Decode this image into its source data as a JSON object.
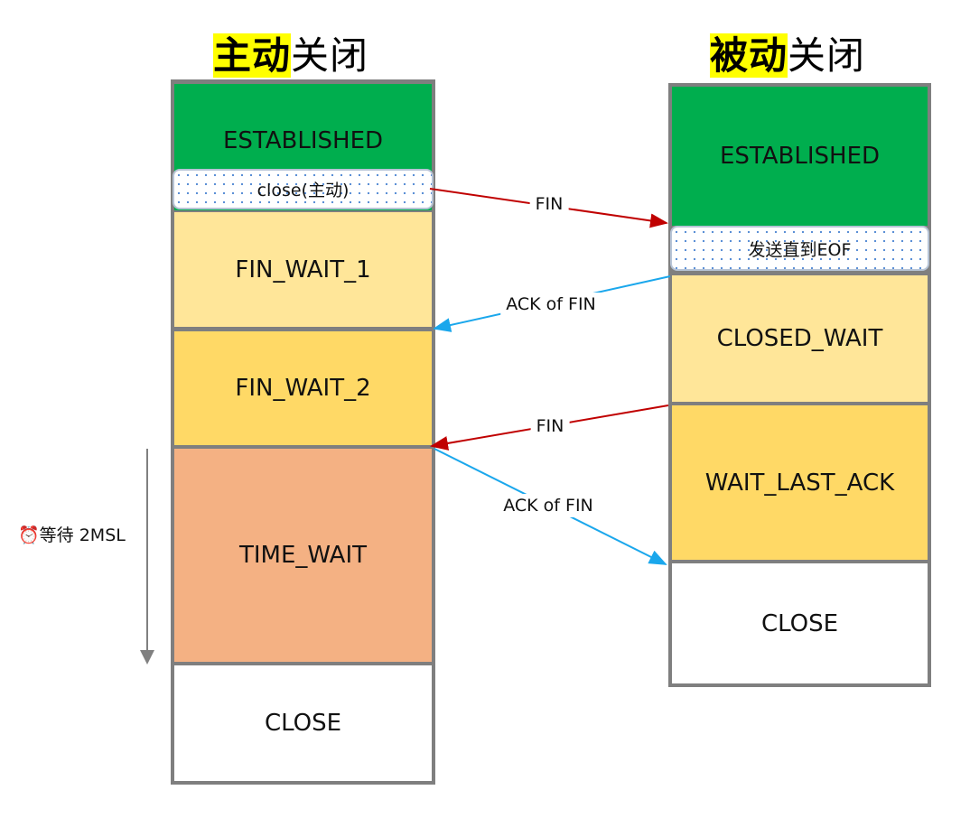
{
  "active": {
    "title_hl": "主动",
    "title_rest": "关闭",
    "states": [
      "ESTABLISHED",
      "FIN_WAIT_1",
      "FIN_WAIT_2",
      "TIME_WAIT",
      "CLOSE"
    ],
    "action": "close(主动)"
  },
  "passive": {
    "title_hl": "被动",
    "title_rest": "关闭",
    "states": [
      "ESTABLISHED",
      "CLOSED_WAIT",
      "WAIT_LAST_ACK",
      "CLOSE"
    ],
    "action": "发送直到EOF"
  },
  "messages": [
    "FIN",
    "ACK of FIN",
    "FIN",
    "ACK of FIN"
  ],
  "wait": {
    "icon": "alarm-clock-icon",
    "emoji": "⏰",
    "text": "等待 2MSL"
  },
  "colors": {
    "established": "#00ae4e",
    "light": "#ffe699",
    "mid": "#ffd966",
    "time_wait": "#f4b183",
    "fin": "#c00000",
    "ack": "#1aa7ec"
  }
}
